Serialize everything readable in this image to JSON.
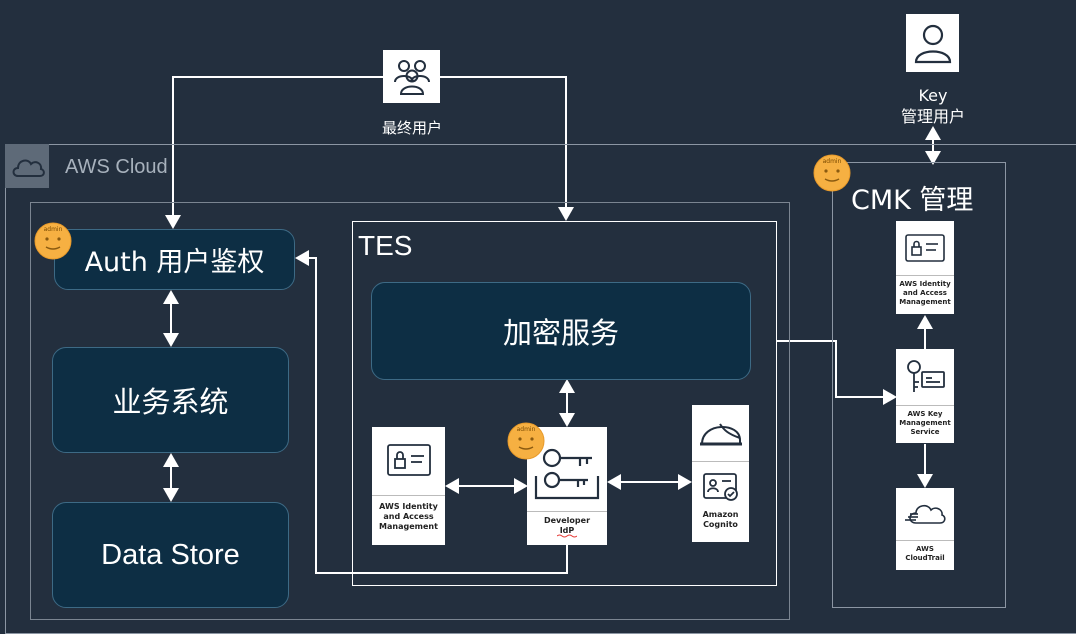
{
  "aws_cloud": {
    "label": "AWS Cloud"
  },
  "end_users": {
    "label": "最终用户"
  },
  "key_admin": {
    "line1": "Key",
    "line2": "管理用户"
  },
  "cmk": {
    "title": "CMK 管理"
  },
  "tes": {
    "title": "TES"
  },
  "auth": {
    "label": "Auth 用户鉴权"
  },
  "biz": {
    "label": "业务系统"
  },
  "datastore": {
    "label": "Data Store"
  },
  "encrypt": {
    "label": "加密服务"
  },
  "iam_tes": {
    "label": "AWS Identity\nand Access\nManagement"
  },
  "developer_idp": {
    "label": "Developer\nIdP"
  },
  "cognito": {
    "label": "Amazon\nCognito"
  },
  "iam_cmk": {
    "label": "AWS Identity\nand Access\nManagement"
  },
  "kms": {
    "label": "AWS Key\nManagement\nService"
  },
  "cloudtrail": {
    "label": "AWS\nCloudTrail"
  },
  "badge": {
    "text": "admin"
  },
  "colors": {
    "background": "#232f3e",
    "box_fill": "#0d2e44",
    "badge": "#f6b042",
    "line": "#ffffff"
  }
}
